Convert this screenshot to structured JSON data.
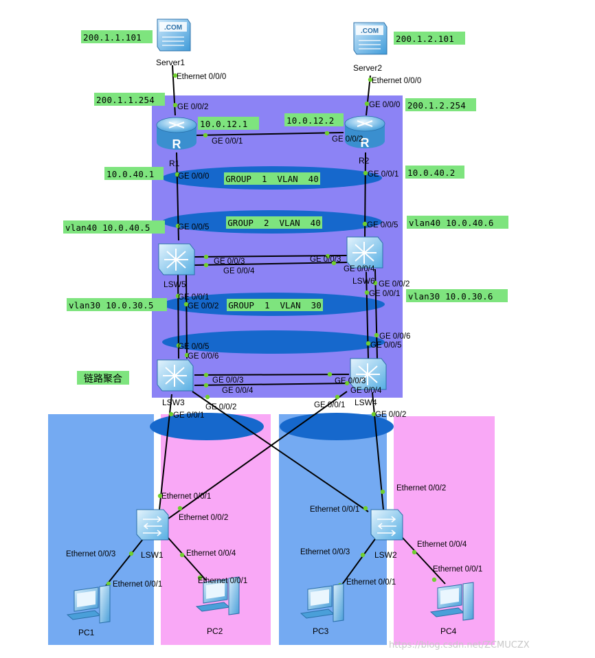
{
  "devices": {
    "server1": "Server1",
    "server2": "Server2",
    "r1": "R1",
    "r2": "R2",
    "lsw5": "LSW5",
    "lsw6": "LSW6",
    "lsw3": "LSW3",
    "lsw4": "LSW4",
    "lsw1": "LSW1",
    "lsw2": "LSW2",
    "pc1": "PC1",
    "pc2": "PC2",
    "pc3": "PC3",
    "pc4": "PC4"
  },
  "icon_text": {
    "server_com": ".COM",
    "router_r": "R"
  },
  "addresses": {
    "server1": "200.1.1.101",
    "server2": "200.1.2.101",
    "r1_ge002": "200.1.1.254",
    "r2_ge000": "200.1.2.254",
    "r1_ge001": "10.0.12.1",
    "r2_ge002": "10.0.12.2",
    "r1_ge000": "10.0.40.1",
    "r2_ge001": "10.0.40.2",
    "lsw5_vlan40": "vlan40 10.0.40.5",
    "lsw6_vlan40": "vlan40 10.0.40.6",
    "lsw5_vlan30": "vlan30 10.0.30.5",
    "lsw6_vlan30": "vlan30 10.0.30.6"
  },
  "groups": {
    "g1v40": "GROUP  1  VLAN  40",
    "g2v40": "GROUP  2  VLAN  40",
    "g1v30": "GROUP  1  VLAN  30"
  },
  "link_aggregation": "链路聚合",
  "ports": {
    "s1_e000": "Ethernet 0/0/0",
    "s2_e000": "Ethernet 0/0/0",
    "r1_ge002": "GE 0/0/2",
    "r2_ge000": "GE 0/0/0",
    "r1_ge001": "GE 0/0/1",
    "r2_ge002": "GE 0/0/2",
    "r1_ge000": "GE 0/0/0",
    "r2_ge001": "GE 0/0/1",
    "lsw5_ge005": "GE 0/0/5",
    "lsw6_ge005": "GE 0/0/5",
    "lsw5_ge003": "GE 0/0/3",
    "lsw5_ge004": "GE 0/0/4",
    "lsw6_ge003": "GE 0/0/3",
    "lsw6_ge004": "GE 0/0/4",
    "lsw6_ge002": "GE 0/0/2",
    "lsw6_ge001": "GE 0/0/1",
    "lsw5_ge001": "GE 0/0/1",
    "lsw5_ge002": "GE 0/0/2",
    "lsw4_ge006": "GE 0/0/6",
    "lsw4_ge005": "GE 0/0/5",
    "lsw3_ge005": "GE 0/0/5",
    "lsw3_ge006": "GE 0/0/6",
    "lsw3_ge003": "GE 0/0/3",
    "lsw3_ge004": "GE 0/0/4",
    "lsw4_ge003": "GE 0/0/3",
    "lsw4_ge004": "GE 0/0/4",
    "lsw3_ge001": "GE 0/0/1",
    "lsw3_ge002": "GE 0/0/2",
    "lsw4_ge001": "GE 0/0/1",
    "lsw4_ge002": "GE 0/0/2",
    "lsw1_e001": "Ethernet 0/0/1",
    "lsw1_e002": "Ethernet 0/0/2",
    "lsw1_e003": "Ethernet 0/0/3",
    "lsw1_e004": "Ethernet 0/0/4",
    "lsw2_e001": "Ethernet 0/0/1",
    "lsw2_e002": "Ethernet 0/0/2",
    "lsw2_e003": "Ethernet 0/0/3",
    "lsw2_e004": "Ethernet 0/0/4",
    "pc1_e001": "Ethernet 0/0/1",
    "pc2_e001": "Ethernet 0/0/1",
    "pc3_e001": "Ethernet 0/0/1",
    "pc4_e001": "Ethernet 0/0/1"
  },
  "watermark": "https://blog.csdn.net/ZCMUCZX",
  "colors": {
    "core_area": "#8c83f5",
    "blue_area": "#74aaf2",
    "pink_area": "#f9a8f6",
    "ellipse": "#1668cc",
    "address_label": "#7ee47e",
    "port_dot": "#6fcf2e"
  }
}
